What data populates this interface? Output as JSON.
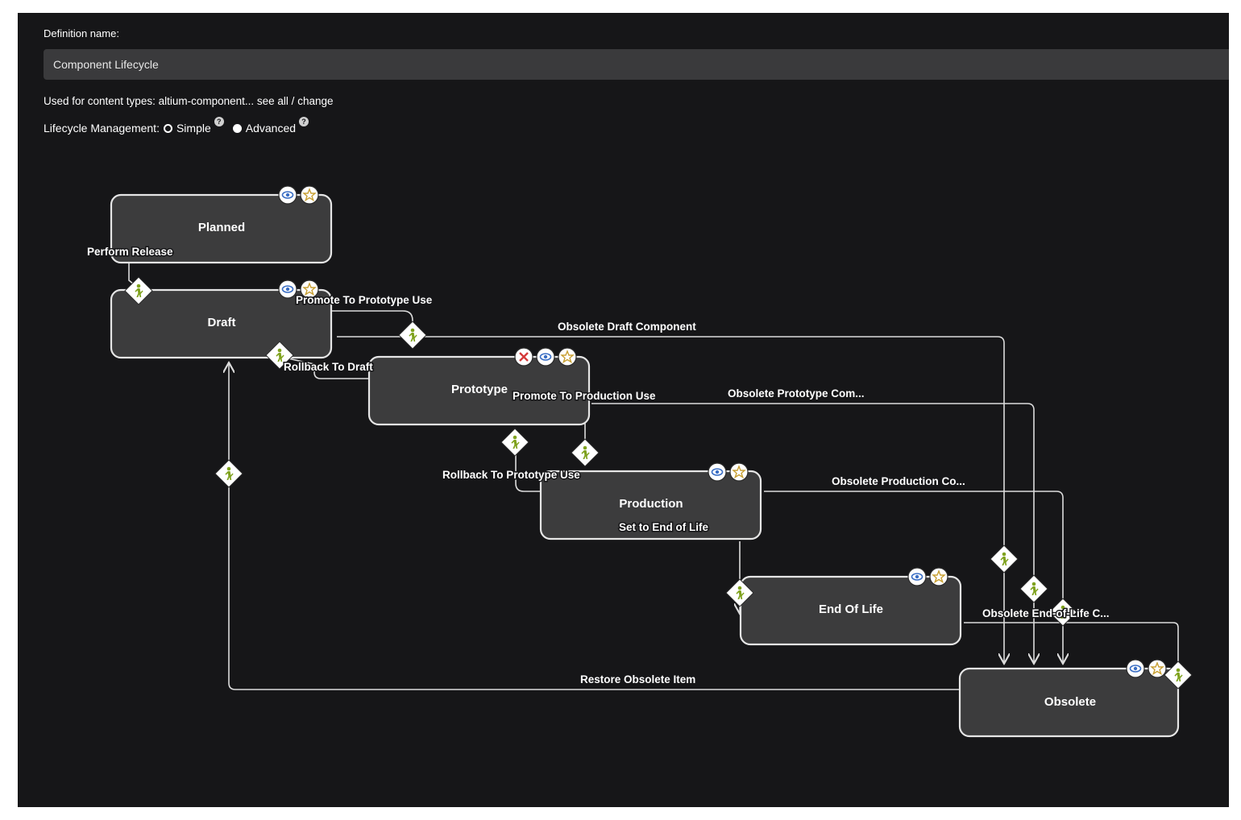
{
  "form": {
    "definition_label": "Definition name:",
    "definition_value": "Component Lifecycle",
    "used_for_prefix": "Used for content types: ",
    "used_for_value": "altium-component... ",
    "see_all": "see all",
    "separator": " / ",
    "change": "change",
    "lifecycle_label": "Lifecycle Management:",
    "option_simple": "Simple",
    "option_advanced": "Advanced",
    "selected_option": "Advanced",
    "help_glyph": "?"
  },
  "states": [
    {
      "id": "planned",
      "label": "Planned",
      "badges": [
        "eye-icon",
        "star-icon"
      ]
    },
    {
      "id": "draft",
      "label": "Draft",
      "badges": [
        "eye-icon",
        "star-icon"
      ]
    },
    {
      "id": "prototype",
      "label": "Prototype",
      "badges": [
        "close-icon",
        "eye-icon",
        "star-icon"
      ]
    },
    {
      "id": "production",
      "label": "Production",
      "badges": [
        "eye-icon",
        "star-icon"
      ]
    },
    {
      "id": "end_of_life",
      "label": "End Of Life",
      "badges": [
        "eye-icon",
        "star-icon"
      ]
    },
    {
      "id": "obsolete",
      "label": "Obsolete",
      "badges": [
        "eye-icon",
        "star-icon"
      ]
    }
  ],
  "transitions": {
    "perform_release": "Perform Release",
    "promote_prototype": "Promote To Prototype Use",
    "obsolete_draft": "Obsolete Draft Component",
    "rollback_draft": "Rollback To Draft",
    "promote_production": "Promote To Production Use",
    "obsolete_prototype": "Obsolete Prototype Com...",
    "rollback_prototype": "Rollback To Prototype Use",
    "obsolete_production": "Obsolete Production Co...",
    "set_end_of_life": "Set to End of Life",
    "obsolete_eol": "Obsolete End-of-Life C...",
    "restore_obsolete": "Restore Obsolete Item"
  },
  "colors": {
    "panel_bg": "#161618",
    "state_fill": "#3c3c3d",
    "walker_green": "#7fa21e",
    "eye_blue": "#3a6ec4",
    "star_gold": "#c8a034",
    "close_red": "#d43a3a"
  }
}
